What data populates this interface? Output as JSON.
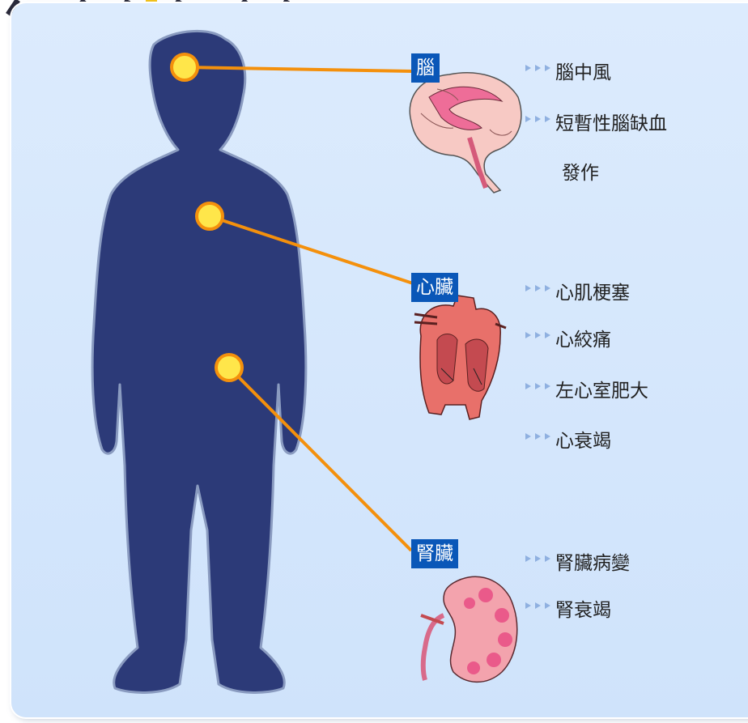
{
  "organs": [
    {
      "label": "腦",
      "conditions": [
        "腦中風",
        "短暫性腦缺血",
        "發作"
      ]
    },
    {
      "label": "心臟",
      "conditions": [
        "心肌梗塞",
        "心絞痛",
        "左心室肥大",
        "心衰竭"
      ]
    },
    {
      "label": "腎臟",
      "conditions": [
        "腎臟病變",
        "腎衰竭"
      ]
    }
  ],
  "colors": {
    "silhouette": "#2c3a78",
    "connector": "#f4900c",
    "dot": "#ffe64a",
    "label_bg": "#0a57b8",
    "panel": "#d6e7fc"
  },
  "icons": [
    "person-silhouette",
    "brain-icon",
    "heart-icon",
    "kidney-icon",
    "bullet-arrow-icon"
  ]
}
